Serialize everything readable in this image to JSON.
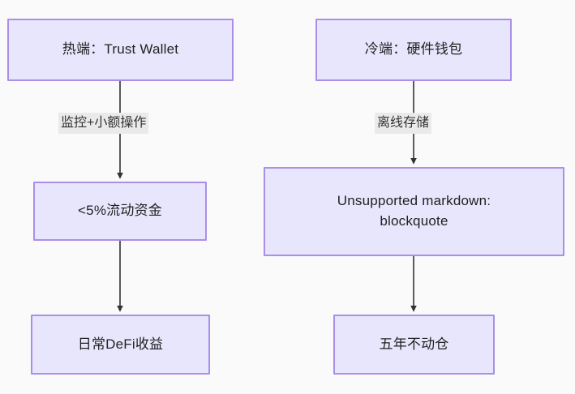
{
  "diagram": {
    "type": "flowchart",
    "direction": "top-down",
    "background_color": "#fafafa",
    "node_fill_color": "#e8e6fc",
    "node_border_color": "#a98fe8",
    "edge_color": "#333333",
    "edge_label_background": "#eaeaea",
    "nodes": [
      {
        "id": "hot-wallet",
        "label": "热端：Trust Wallet",
        "column": "left"
      },
      {
        "id": "liquid-funds",
        "label": "<5%流动资金",
        "column": "left"
      },
      {
        "id": "defi-income",
        "label": "日常DeFi收益",
        "column": "left"
      },
      {
        "id": "cold-wallet",
        "label": "冷端：硬件钱包",
        "column": "right"
      },
      {
        "id": "blockquote",
        "label": "Unsupported markdown:\nblockquote",
        "column": "right"
      },
      {
        "id": "five-year",
        "label": "五年不动仓",
        "column": "right"
      }
    ],
    "edges": [
      {
        "id": "edge-monitor",
        "from": "hot-wallet",
        "to": "liquid-funds",
        "label": "监控+小额操作"
      },
      {
        "id": "edge-defi",
        "from": "liquid-funds",
        "to": "defi-income",
        "label": ""
      },
      {
        "id": "edge-offline",
        "from": "cold-wallet",
        "to": "blockquote",
        "label": "离线存储"
      },
      {
        "id": "edge-fiveyear",
        "from": "blockquote",
        "to": "five-year",
        "label": ""
      }
    ]
  }
}
